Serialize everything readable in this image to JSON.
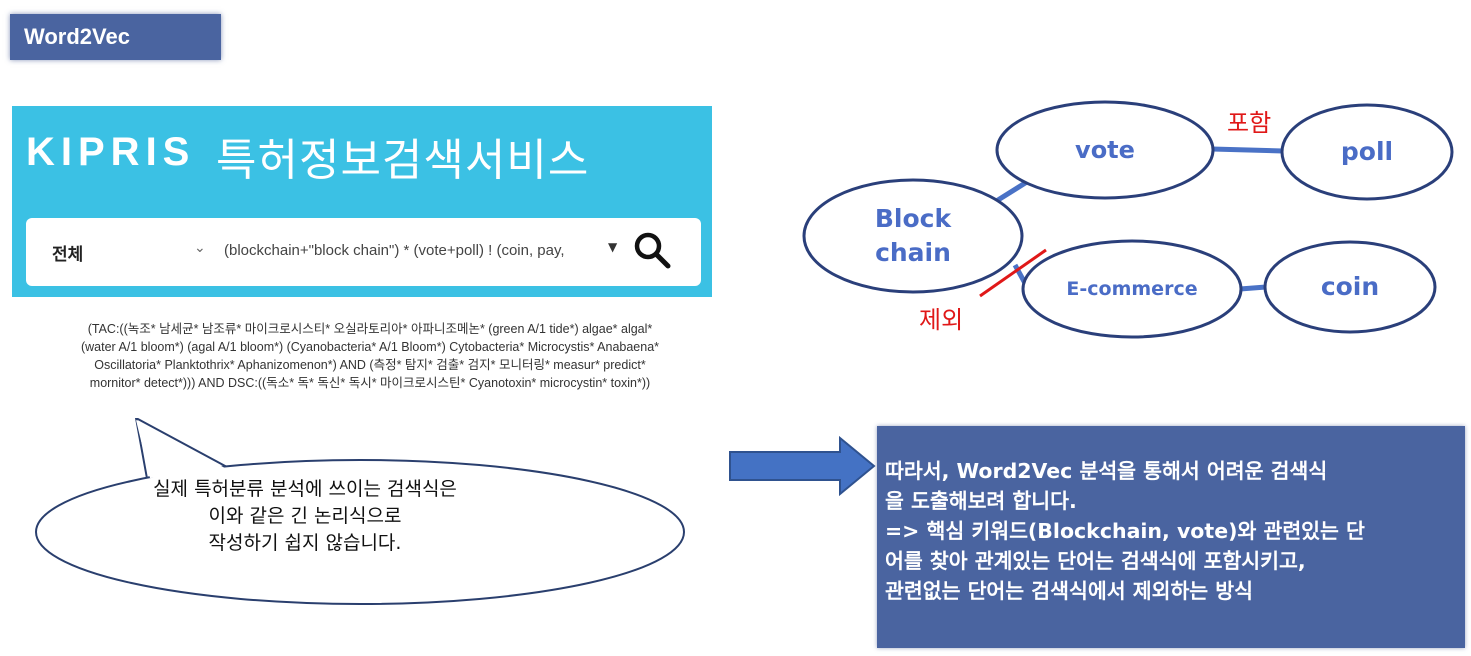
{
  "header": {
    "title": "Word2Vec"
  },
  "kipris": {
    "logo": "KIPRIS",
    "service_name": "특허정보검색서비스",
    "scope": "전체",
    "query": "(blockchain+\"block chain\") * (vote+poll) ! (coin, pay,",
    "search_icon": "search-icon",
    "brand_color": "#3bc1e4"
  },
  "formula": {
    "lines": [
      "(TAC:((녹조* 남세균* 남조류* 마이크로시스티* 오실라토리아* 아파니조메논* (green A/1 tide*) algae* algal*",
      "(water A/1 bloom*) (agal A/1 bloom*) (Cyanobacteria* A/1 Bloom*) Cytobacteria* Microcystis* Anabaena*",
      "Oscillatoria* Planktothrix* Aphanizomenon*) AND (측정* 탐지* 검출* 검지* 모니터링* measur* predict*",
      "mornitor* detect*))) AND DSC:((독소* 독* 독신* 독시* 마이크로시스틴* Cyanotoxin* microcystin* toxin*))"
    ]
  },
  "bubble": {
    "lines": [
      "실제 특허분류 분석에 쓰이는 검색식은",
      "이와 같은 긴 논리식으로",
      "작성하기 쉽지 않습니다."
    ]
  },
  "info": {
    "lines": [
      "따라서, Word2Vec 분석을 통해서 어려운 검색식",
      "을 도출해보려 합니다.",
      "=> 핵심 키워드(Blockchain, vote)와 관련있는 단",
      "어를 찾아 관계있는 단어는 검색식에 포함시키고,",
      "관련없는 단어는 검색식에서 제외하는 방식"
    ],
    "box_color": "#4a64a0"
  },
  "graph": {
    "nodes": {
      "vote": "vote",
      "poll": "poll",
      "blockchain_line1": "Block",
      "blockchain_line2": "chain",
      "ecommerce": "E-commerce",
      "coin": "coin"
    },
    "labels": {
      "include": "포함",
      "exclude": "제외"
    },
    "node_text_color": "#4a6cc6",
    "edge_color": "#4a72c6",
    "label_color": "#e01818"
  }
}
